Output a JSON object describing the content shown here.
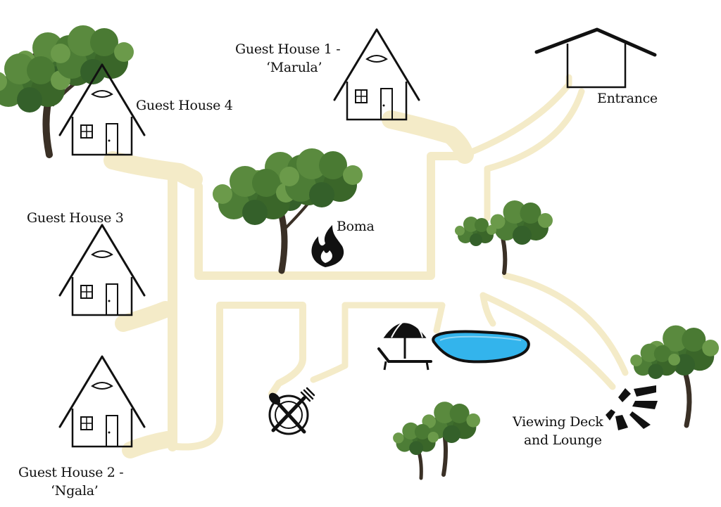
{
  "labels": {
    "guest_house_1_line1": "Guest House 1 -",
    "guest_house_1_line2": "‘Marula’",
    "guest_house_4": "Guest House 4",
    "entrance": "Entrance",
    "guest_house_3": "Guest House 3",
    "boma": "Boma",
    "guest_house_2_line1": "Guest House 2 -",
    "guest_house_2_line2": "‘Ngala’",
    "viewing_deck_line1": "Viewing Deck",
    "viewing_deck_line2": "and Lounge"
  },
  "icons": {
    "house": "house-icon",
    "entrance": "entrance-gate-icon",
    "fire": "fire-icon",
    "dining": "plate-fork-spoon-icon",
    "sunbed": "sunbed-umbrella-icon",
    "pool": "swimming-pool-icon",
    "sun": "sun-rays-icon",
    "tree": "tree-icon"
  },
  "colors": {
    "path": "#f4ebc8",
    "path_edge": "#efe3b5",
    "pool": "#33b4ec",
    "foliage": "#3f6e2e",
    "foliage_light": "#6b9a4a",
    "trunk": "#3a3026",
    "ink": "#111111"
  }
}
